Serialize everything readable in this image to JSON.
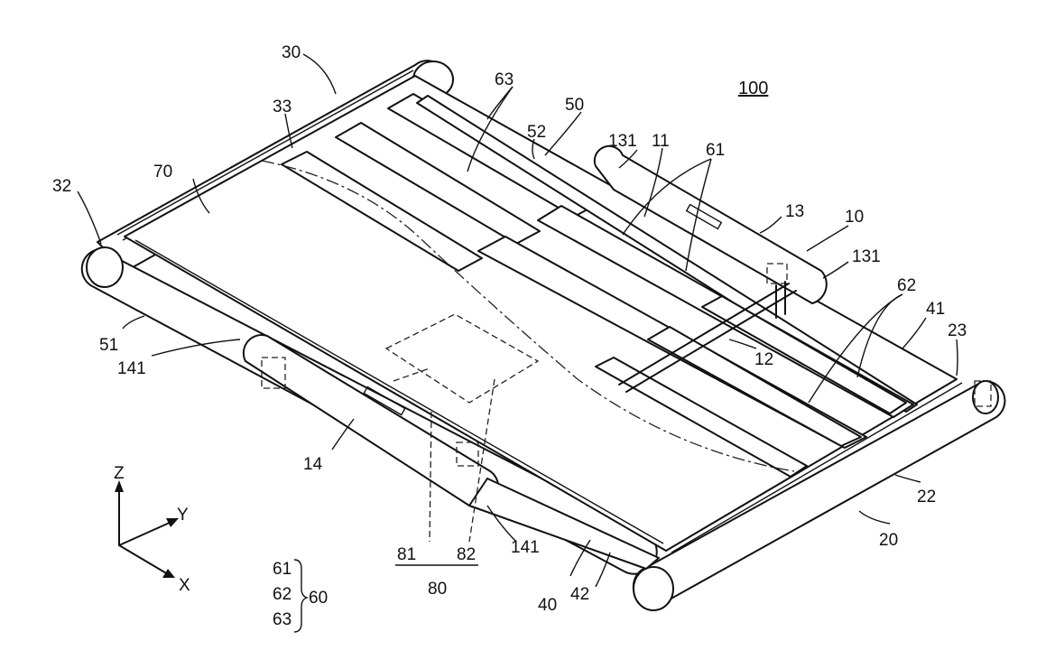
{
  "figure_number": "100",
  "labels": {
    "l30": "30",
    "l33": "33",
    "l63": "63",
    "l52": "52",
    "l50": "50",
    "l131a": "131",
    "l11": "11",
    "l61": "61",
    "l70": "70",
    "l32": "32",
    "l13": "13",
    "l10": "10",
    "l131b": "131",
    "l62": "62",
    "l41": "41",
    "l23": "23",
    "l51": "51",
    "l141a": "141",
    "l12": "12",
    "l14": "14",
    "l22": "22",
    "l20": "20",
    "l81": "81",
    "l82": "82",
    "l80": "80",
    "l141b": "141",
    "l40": "40",
    "l42": "42"
  },
  "axes": {
    "z": "Z",
    "y": "Y",
    "x": "X"
  },
  "legend": {
    "a": "61",
    "b": "62",
    "c": "63",
    "group": "60"
  }
}
